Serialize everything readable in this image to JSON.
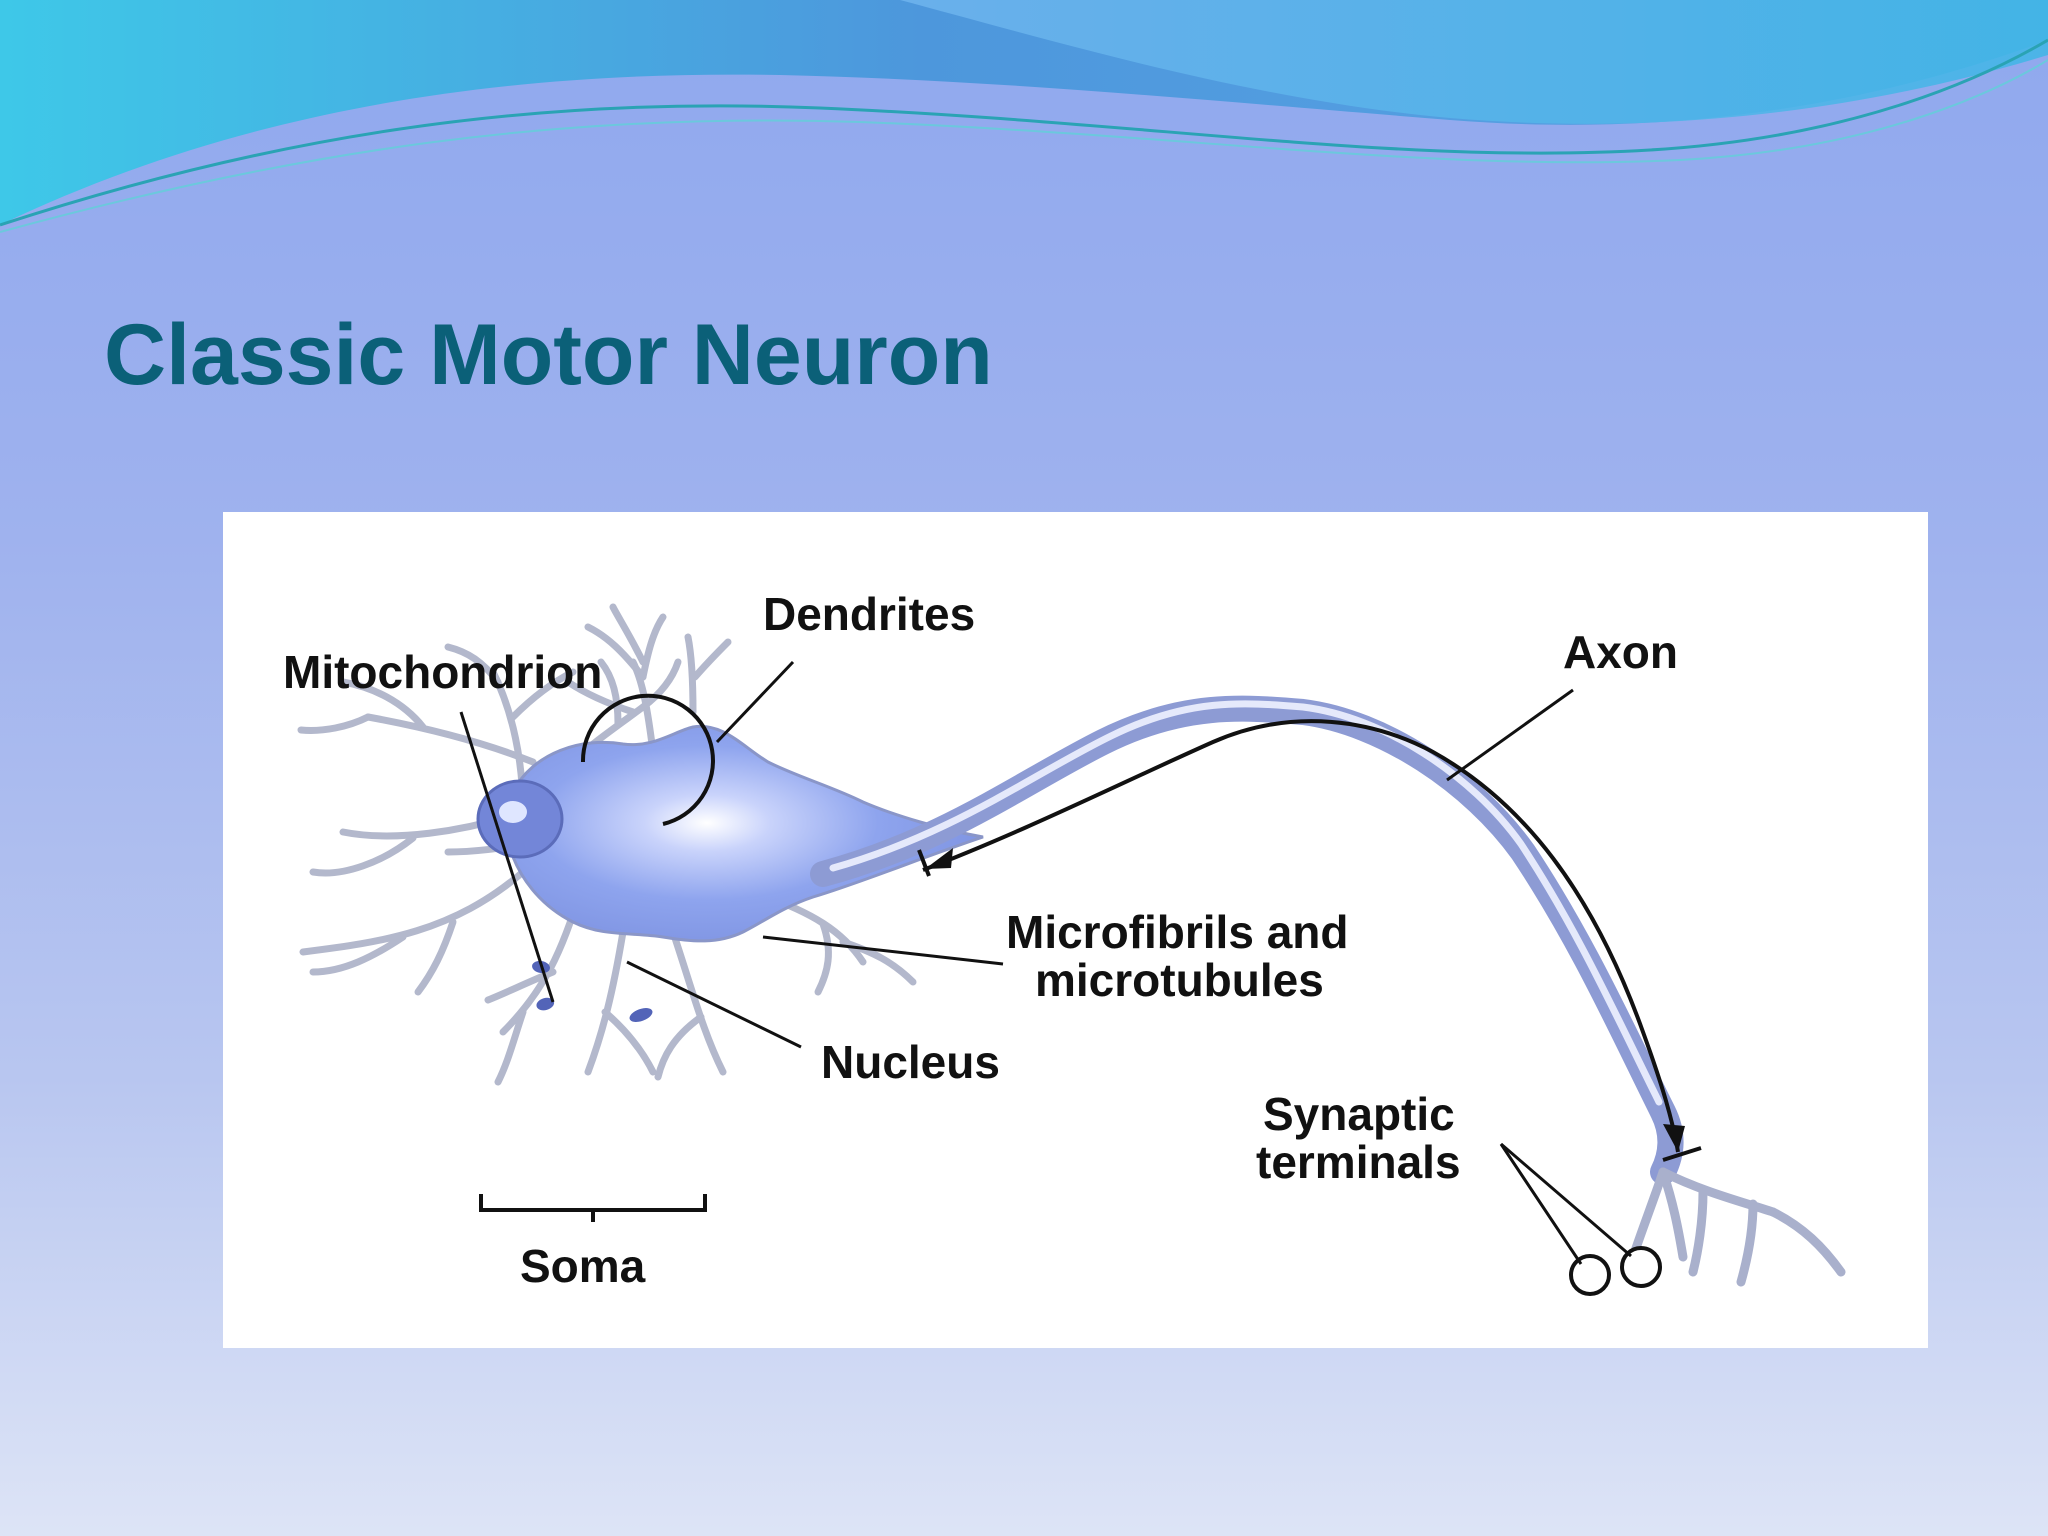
{
  "slide": {
    "title": "Classic Motor Neuron"
  },
  "diagram": {
    "labels": {
      "dendrites": "Dendrites",
      "mitochondrion": "Mitochondrion",
      "axon": "Axon",
      "microfibrils_line1": "Microfibrils and",
      "microfibrils_line2": "microtubules",
      "nucleus": "Nucleus",
      "synaptic_line1": "Synaptic",
      "synaptic_line2": "terminals",
      "soma": "Soma"
    }
  },
  "colors": {
    "title": "#0b6078",
    "neuron_fill": "#8ea4ee",
    "neuron_outline": "#9aa0b8",
    "background_top": "#8fa8ee",
    "background_bottom": "#dde4f6"
  }
}
